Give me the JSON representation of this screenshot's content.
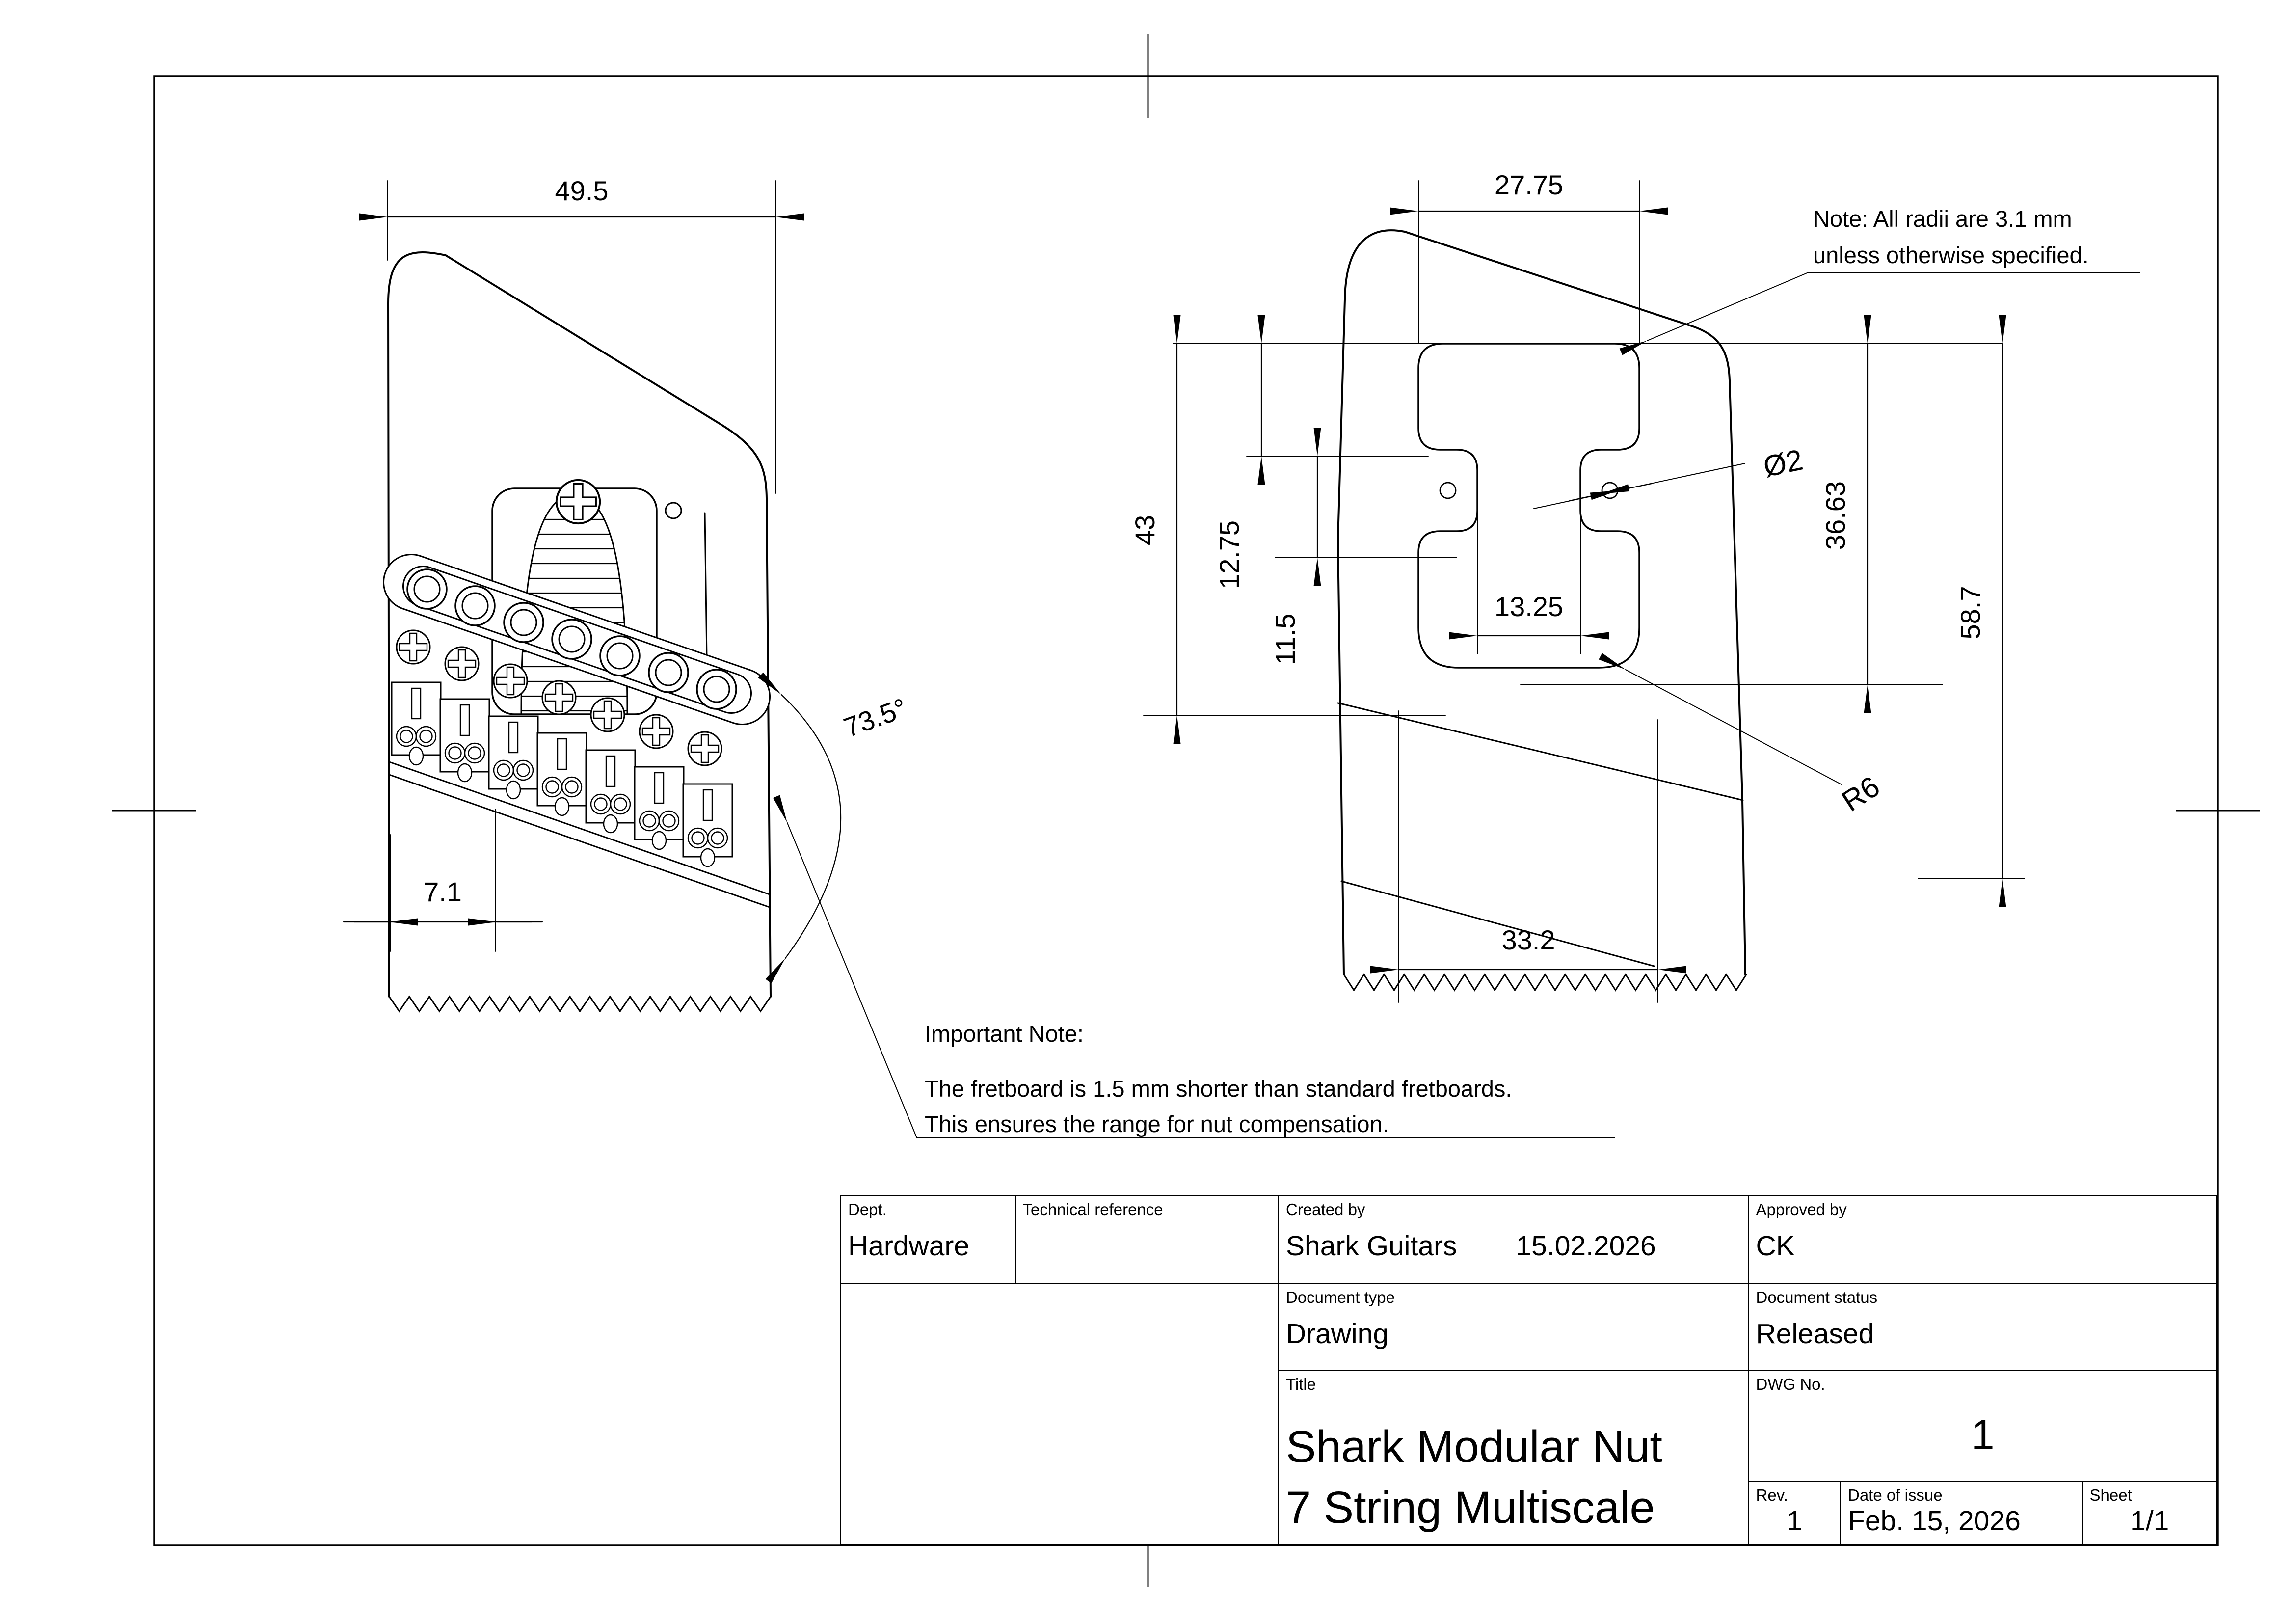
{
  "drawing": {
    "left_view": {
      "dim_width": "49.5",
      "dim_nut_pitch": "7.1",
      "dim_angle": "73.5°"
    },
    "right_view": {
      "dim_top_width": "27.75",
      "dim_height": "43",
      "dim_pocket_step1": "12.75",
      "dim_pocket_step2": "11.5",
      "dim_tab_gap": "13.25",
      "dim_hole_dia": "Ø2",
      "dim_pocket_height": "36.63",
      "dim_total_height": "58.7",
      "dim_bottom_width": "33.2",
      "dim_radius": "R6"
    },
    "radius_note": {
      "line1": "Note: All radii are 3.1 mm",
      "line2": "unless otherwise specified."
    },
    "important_note": {
      "line1": "Important Note:",
      "line2": "The fretboard is 1.5 mm shorter than standard fretboards.",
      "line3": "This ensures the range for nut compensation."
    }
  },
  "title_block": {
    "dept": {
      "label": "Dept.",
      "value": "Hardware"
    },
    "technical_reference": {
      "label": "Technical reference",
      "value": ""
    },
    "created_by": {
      "label": "Created by",
      "value": "Shark Guitars",
      "date": "15.02.2026"
    },
    "approved_by": {
      "label": "Approved by",
      "value": "CK"
    },
    "document_type": {
      "label": "Document type",
      "value": "Drawing"
    },
    "document_status": {
      "label": "Document status",
      "value": "Released"
    },
    "title": {
      "label": "Title",
      "line1": "Shark Modular Nut",
      "line2": "7 String Multiscale"
    },
    "dwg_no": {
      "label": "DWG No.",
      "value": "1"
    },
    "rev": {
      "label": "Rev.",
      "value": "1"
    },
    "date_of_issue": {
      "label": "Date of issue",
      "value": "Feb. 15, 2026"
    },
    "sheet": {
      "label": "Sheet",
      "value": "1/1"
    }
  }
}
